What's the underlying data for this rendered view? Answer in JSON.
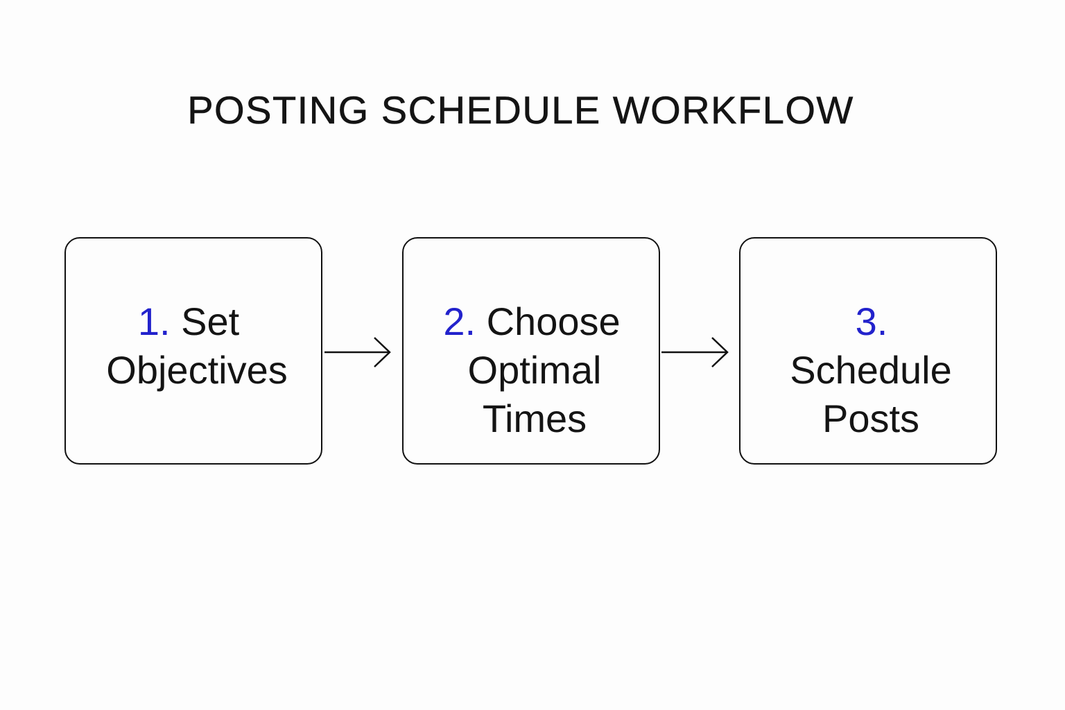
{
  "title": "POSTING SCHEDULE WORKFLOW",
  "colors": {
    "step_number": "#2222cc",
    "text": "#141414",
    "border": "#111111",
    "background": "#fdfdfd"
  },
  "steps": [
    {
      "number": "1.",
      "line1": "Set",
      "line2": "Objectives"
    },
    {
      "number": "2.",
      "line1": "Choose",
      "line2": "Optimal",
      "line3": "Times"
    },
    {
      "number": "3.",
      "line2": "Schedule",
      "line3": "Posts"
    }
  ]
}
